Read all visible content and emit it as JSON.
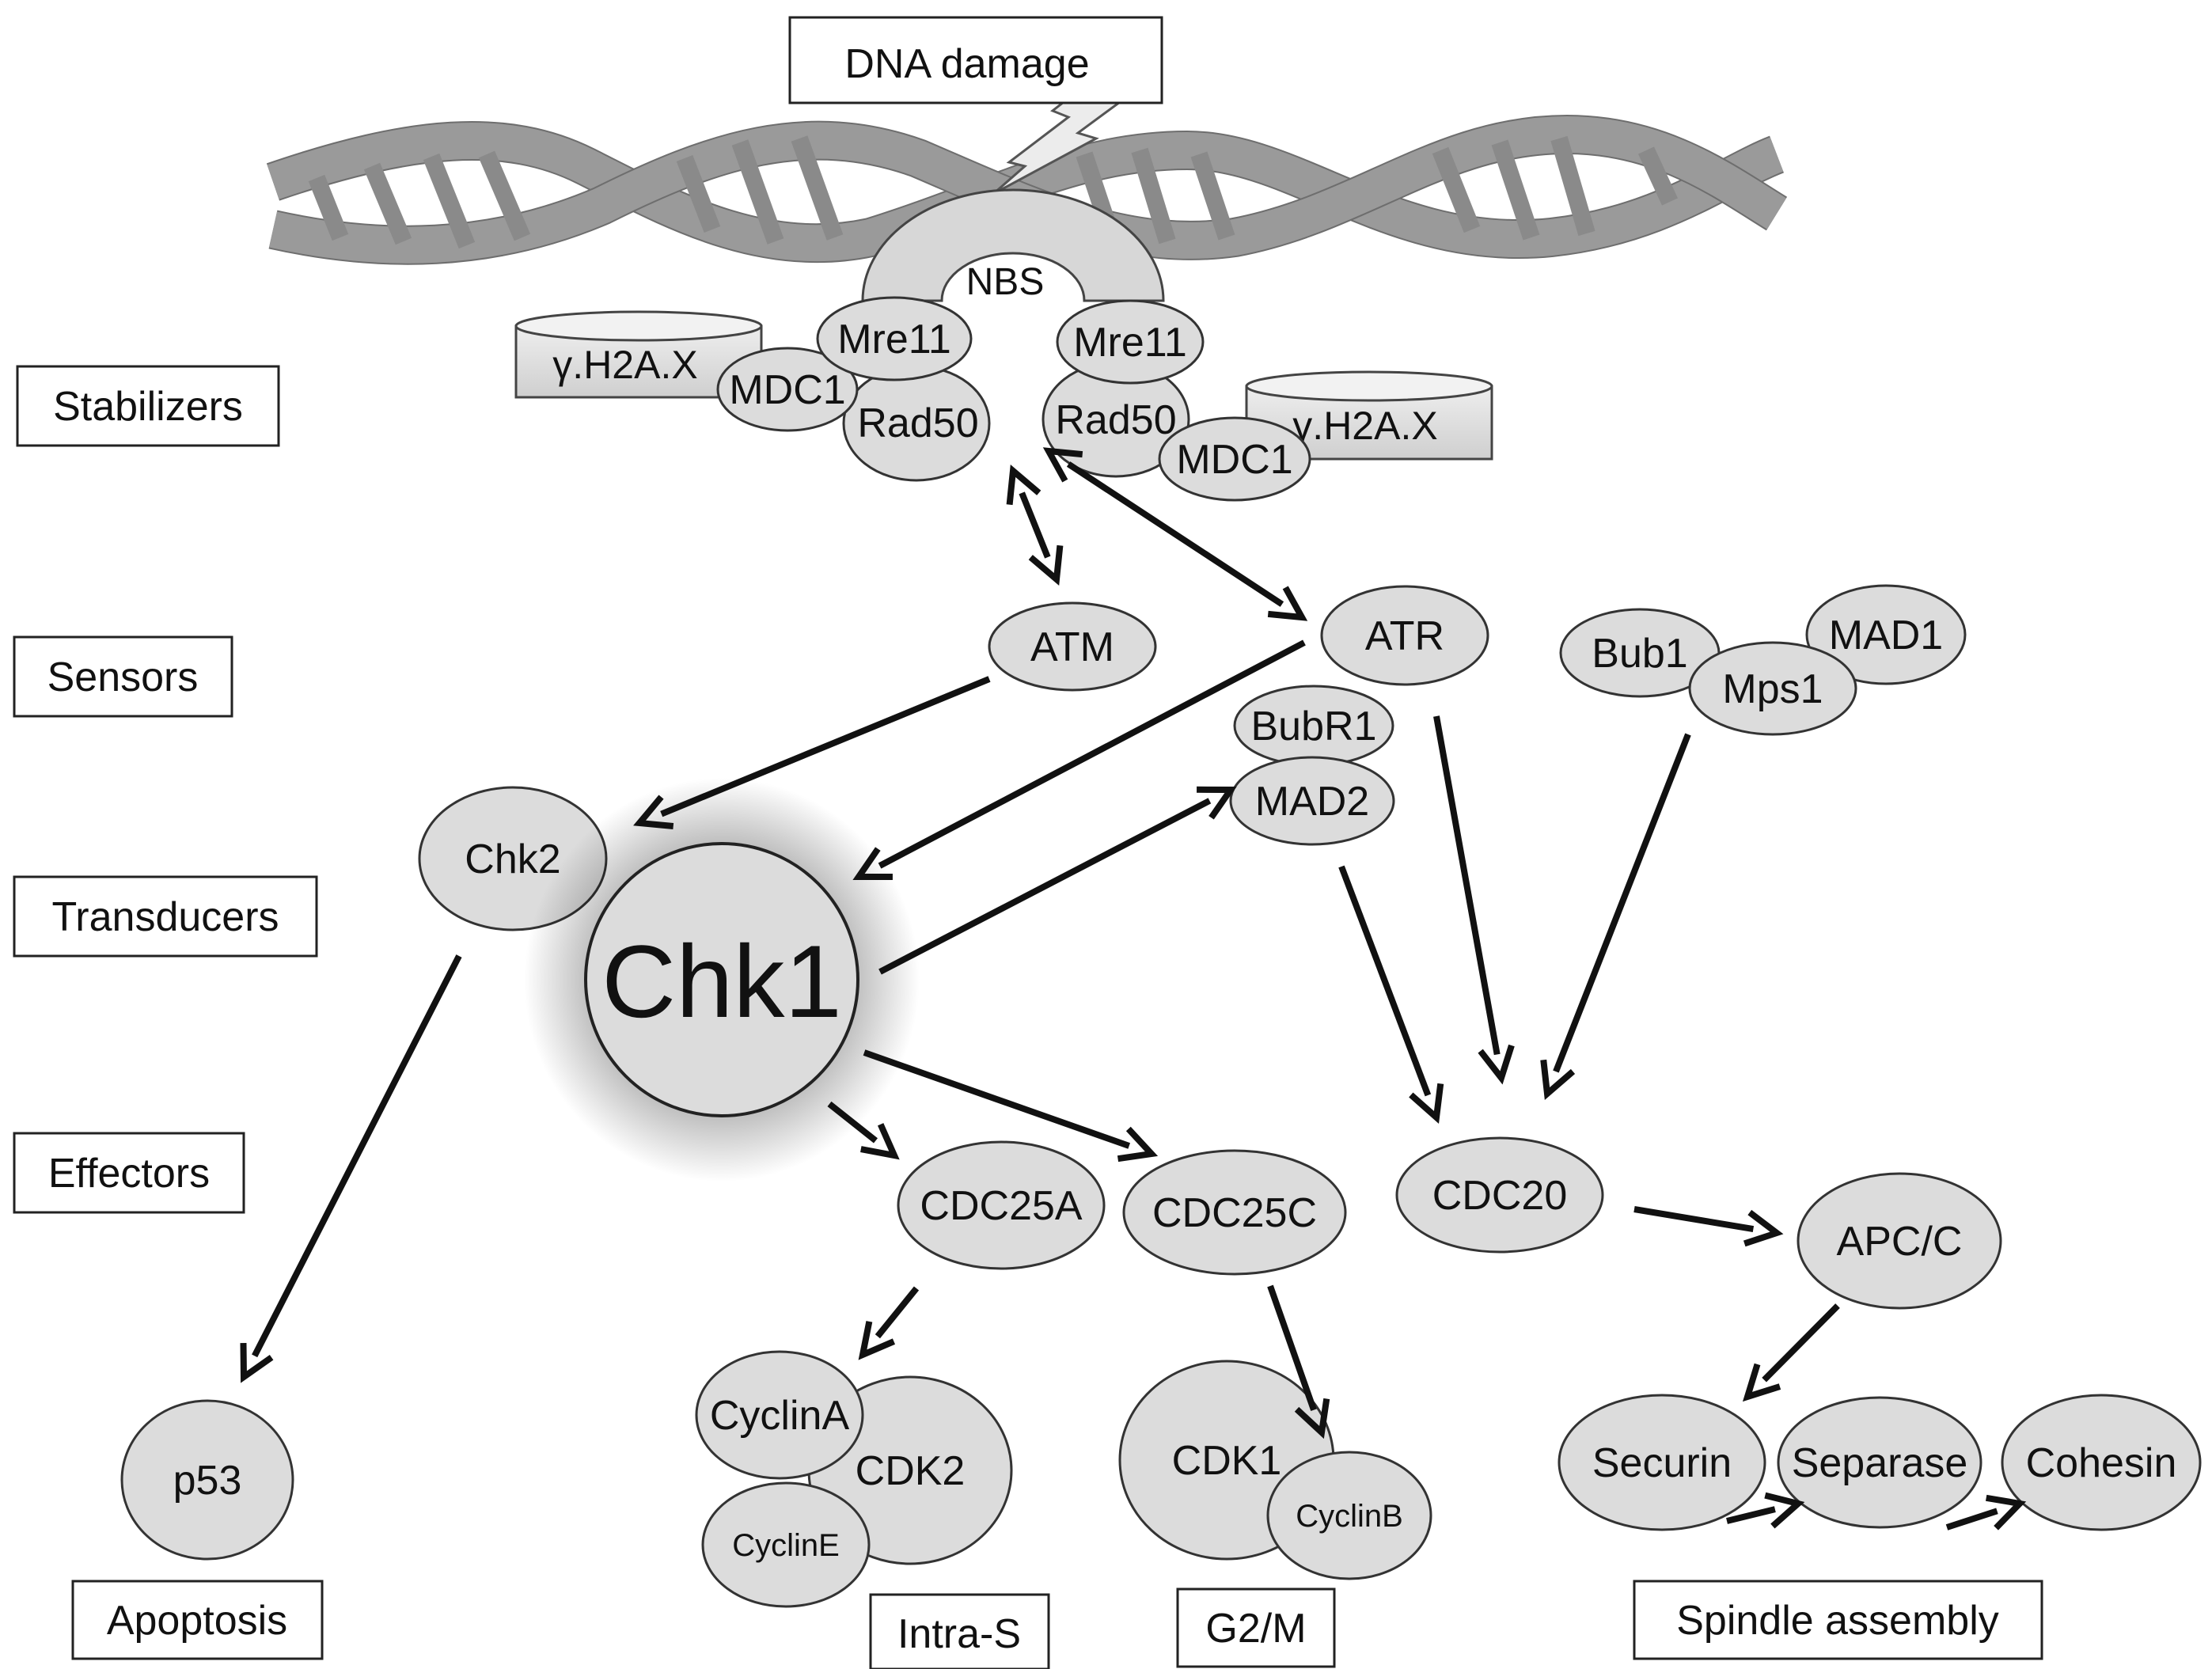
{
  "title": "DNA damage",
  "levels": [
    {
      "id": "stabilizers",
      "label": "Stabilizers"
    },
    {
      "id": "sensors",
      "label": "Sensors"
    },
    {
      "id": "transducers",
      "label": "Transducers"
    },
    {
      "id": "effectors",
      "label": "Effectors"
    }
  ],
  "outcomes": {
    "apoptosis": "Apoptosis",
    "intra_s": "Intra-S",
    "g2m": "G2/M",
    "spindle": "Spindle assembly"
  },
  "complex": {
    "nbs": "NBS",
    "mre11_left": "Mre11",
    "mre11_right": "Mre11",
    "rad50_left": "Rad50",
    "rad50_right": "Rad50",
    "mdc1_left": "MDC1",
    "mdc1_right": "MDC1",
    "h2ax_left": "γ.H2A.X",
    "h2ax_right": "γ.H2A.X"
  },
  "nodes": {
    "atm": "ATM",
    "atr": "ATR",
    "bub1": "Bub1",
    "mps1": "Mps1",
    "mad1": "MAD1",
    "bubr1": "BubR1",
    "mad2": "MAD2",
    "chk2": "Chk2",
    "chk1": "Chk1",
    "cdc25a": "CDC25A",
    "cdc25c": "CDC25C",
    "cdc20": "CDC20",
    "apcc": "APC/C",
    "p53": "p53",
    "cyclina": "CyclinA",
    "cdk2": "CDK2",
    "cycline": "CyclinE",
    "cdk1": "CDK1",
    "cyclinb": "CyclinB",
    "securin": "Securin",
    "separase": "Separase",
    "cohesin": "Cohesin"
  },
  "colors": {
    "node_fill": "#dcdcdc",
    "stroke": "#111111",
    "dna_strand": "#9a9a9a"
  }
}
